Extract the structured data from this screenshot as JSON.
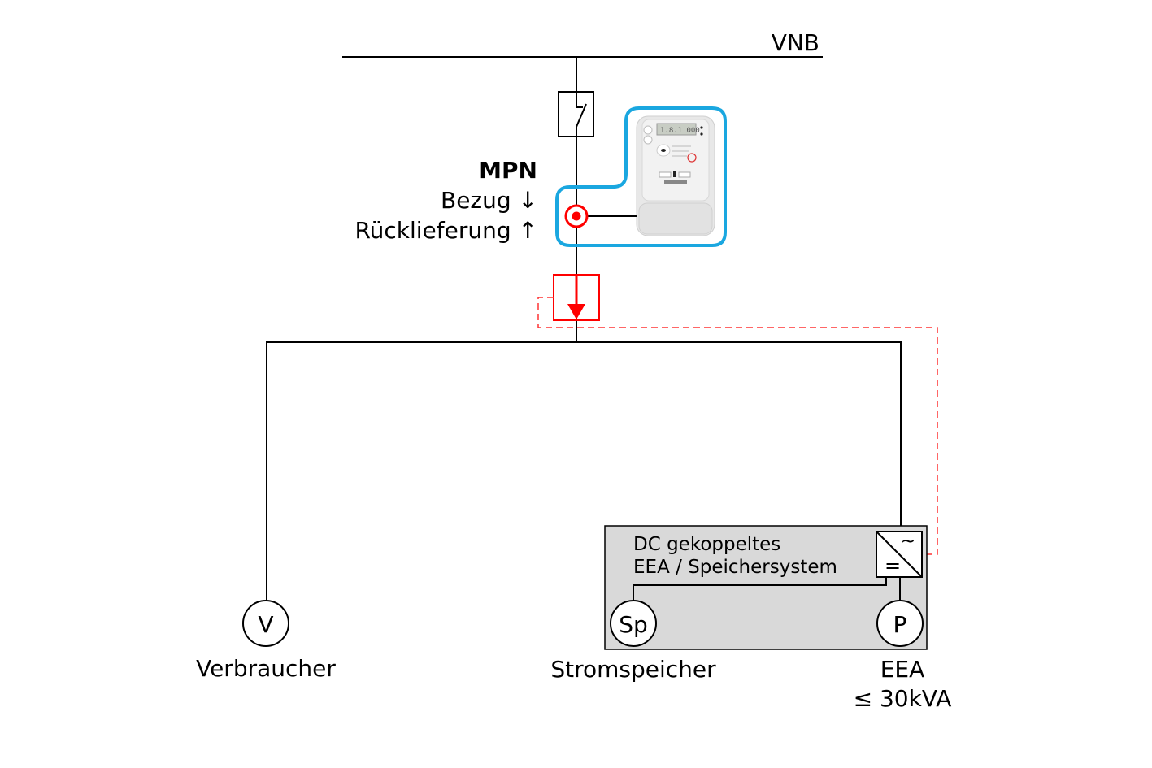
{
  "grid": {
    "label": "VNB"
  },
  "meter_point": {
    "title": "MPN",
    "import_label": "Bezug ↓",
    "export_label": "Rücklieferung ↑"
  },
  "system_box": {
    "line1": "DC gekoppeltes",
    "line2": "EEA / Speichersystem",
    "inverter_ac_symbol": "~",
    "inverter_dc_symbol": "="
  },
  "loads": [
    {
      "symbol": "V",
      "label": "Verbraucher"
    },
    {
      "symbol": "Sp",
      "label": "Stromspeicher"
    },
    {
      "symbol": "P",
      "label": "EEA",
      "sublabel": "≤ 30kVA"
    }
  ],
  "colors": {
    "line": "#000000",
    "control": "#ff0000",
    "control_dashed": "#ff3333",
    "meter_outline": "#1aa7e0",
    "system_fill": "#d9d9d9"
  }
}
